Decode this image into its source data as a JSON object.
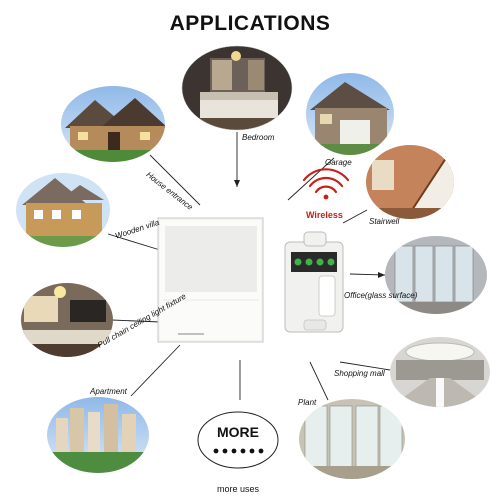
{
  "title": "APPLICATIONS",
  "wireless_label": "Wireless",
  "more": {
    "label": "MORE",
    "caption": "more uses"
  },
  "places": {
    "house_entrance": "House entrance",
    "bedroom": "Bedroom",
    "garage": "Garage",
    "wooden_villa": "Wooden villa",
    "stairwell": "Stairwell",
    "office": "Office(glass surface)",
    "chandelier": "Pull chain ceiling light fixture",
    "shopping_mall": "Shopping mall",
    "apartment": "Apartment",
    "plant": "Plant"
  },
  "colors": {
    "wireless_red": "#c8201a",
    "switch_white": "#f2f2f2",
    "led_green": "#3fb24a"
  }
}
